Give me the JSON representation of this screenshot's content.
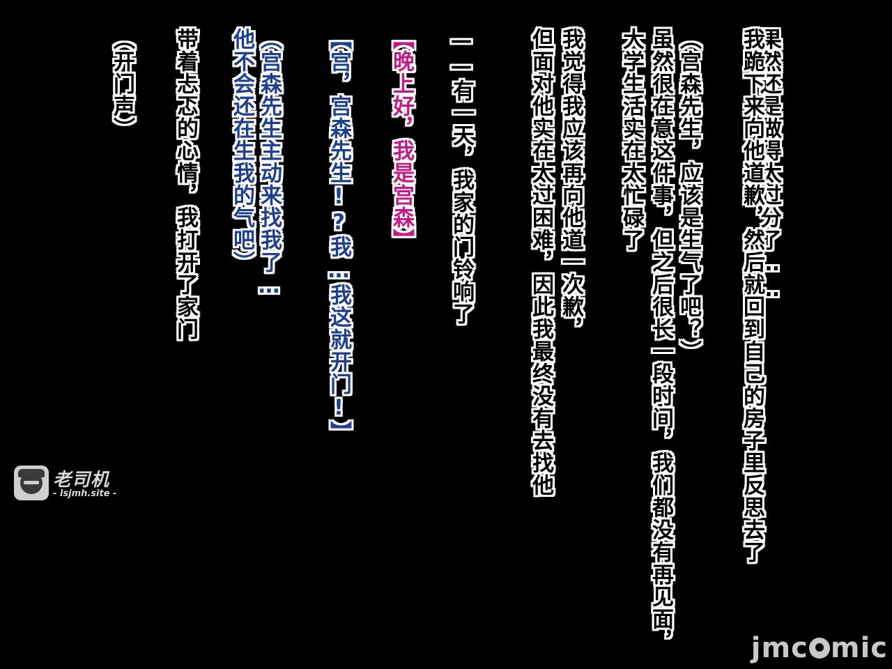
{
  "columns": [
    {
      "id": "c1",
      "text": "果然还是做得太过分了……",
      "color": "black"
    },
    {
      "id": "c2",
      "text": "我跪下来向他道歉，然后就回到自己的房子里反思去了",
      "color": "black"
    },
    {
      "id": "c3",
      "text": "（宫森先生，应该是生气了吧？）",
      "color": "black"
    },
    {
      "id": "c4",
      "text": "虽然很在意这件事，但之后很长一段时间，我们都没有再见面，",
      "color": "black"
    },
    {
      "id": "c5",
      "text": "大学生活实在太忙碌了",
      "color": "black"
    },
    {
      "id": "c6",
      "text": "我觉得我应该再向他道一次歉，",
      "color": "black"
    },
    {
      "id": "c7",
      "text": "但面对他实在太过困难，因此我最终没有去找他",
      "color": "black"
    },
    {
      "id": "c8",
      "text": "——有一天，我家的门铃响了",
      "color": "black"
    },
    {
      "id": "c9",
      "text": "【晚上好，我是宫森】",
      "color": "pink"
    },
    {
      "id": "c10",
      "text": "【宫，宫森先生!?我…我这就开门!】",
      "color": "blue"
    },
    {
      "id": "c11",
      "text": "（宫森先生主动来找我了…",
      "color": "blue"
    },
    {
      "id": "c12",
      "text": "他不会还在生我的气吧）",
      "color": "blue"
    },
    {
      "id": "c13",
      "text": "带着忐忑的心情，我打开了家门",
      "color": "black"
    },
    {
      "id": "c14",
      "text": "（开门声）",
      "color": "black"
    }
  ],
  "watermark_left": {
    "title": "老司机",
    "site": "- lsjmh.site -",
    "icon": "driver-face-icon"
  },
  "watermark_right": {
    "text_before": "jmc",
    "text_after": "mic",
    "icon": "bunny-face-icon"
  }
}
